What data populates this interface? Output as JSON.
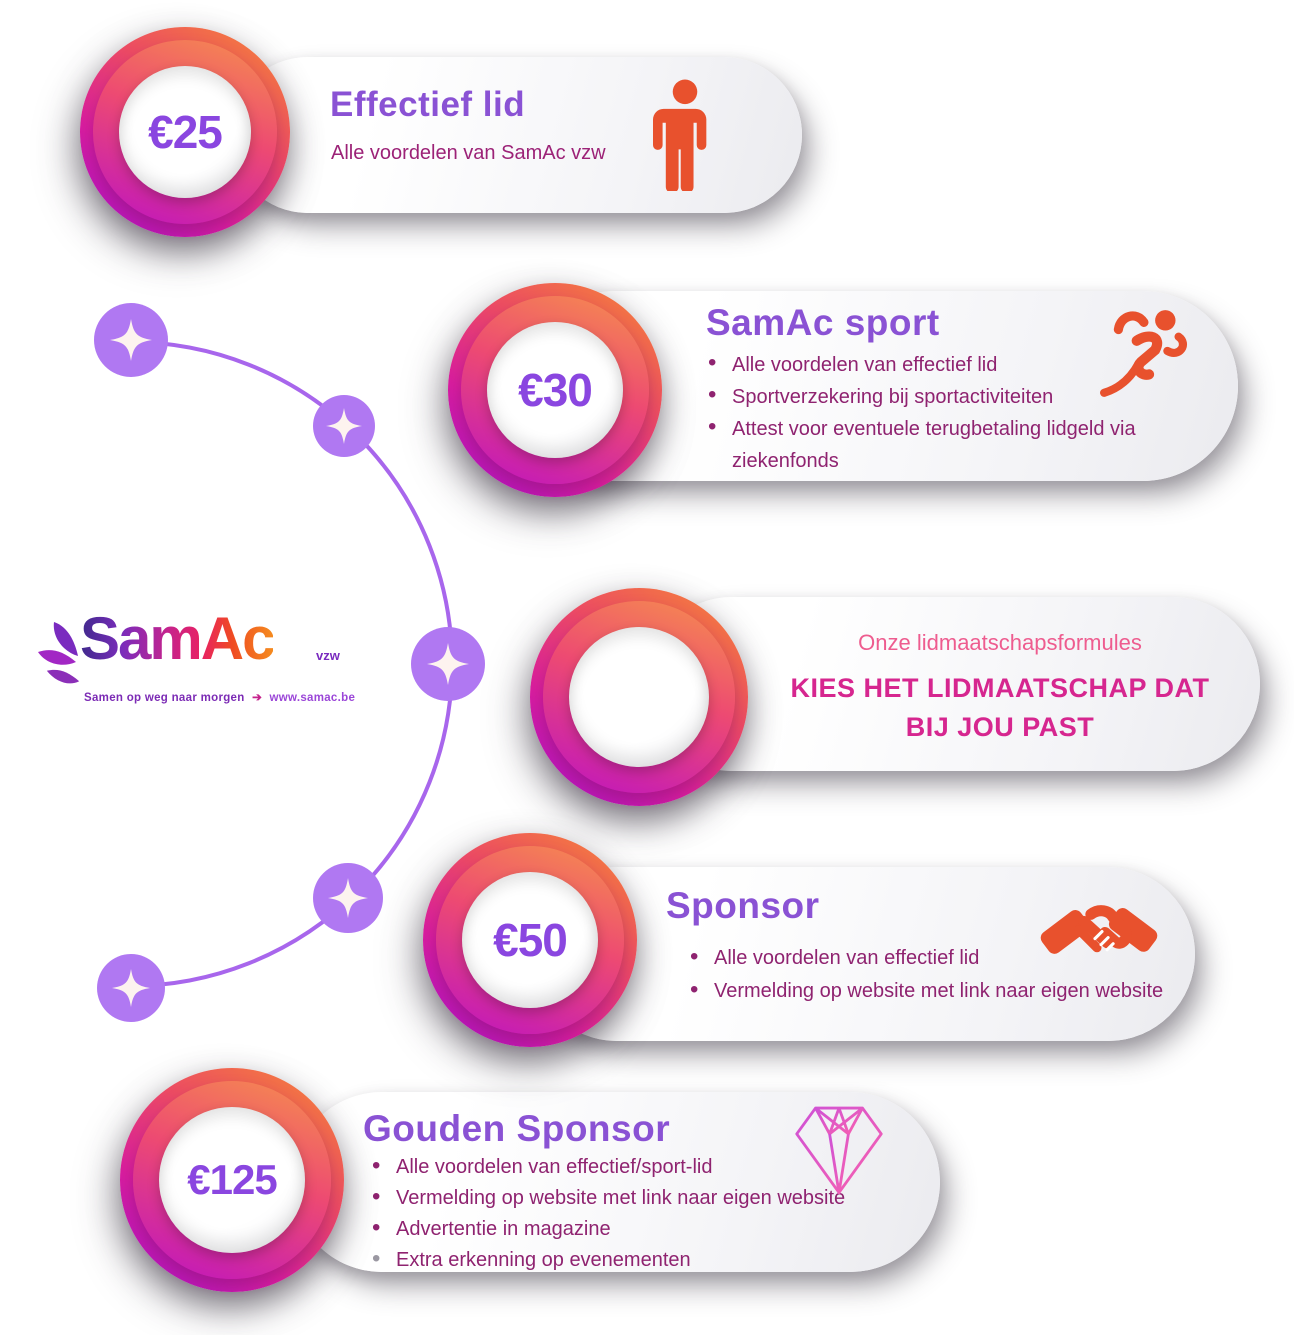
{
  "logo": {
    "wordmark": "SamAc",
    "suffix": "vzw",
    "tagline": "Samen op weg naar morgen",
    "arrow": "➔",
    "url": "www.samac.be"
  },
  "center_card": {
    "eyebrow": "Onze lidmaatschapsformules",
    "title_line1": "KIES HET LIDMAATSCHAP DAT",
    "title_line2": "BIJ JOU PAST"
  },
  "tiers": [
    {
      "id": "effectief-lid",
      "price": "€25",
      "title": "Effectief lid",
      "subtitle": "Alle voordelen van SamAc vzw",
      "icon": "person-icon",
      "benefits": []
    },
    {
      "id": "samac-sport",
      "price": "€30",
      "title": "SamAc sport",
      "icon": "runner-icon",
      "benefits": [
        "Alle voordelen van effectief lid",
        "Sportverzekering bij sportactiviteiten",
        "Attest voor eventuele terugbetaling lidgeld via ziekenfonds"
      ]
    },
    {
      "id": "sponsor",
      "price": "€50",
      "title": "Sponsor",
      "icon": "handshake-icon",
      "benefits": [
        "Alle voordelen van effectief lid",
        "Vermelding op website met link naar eigen website"
      ]
    },
    {
      "id": "gouden-sponsor",
      "price": "€125",
      "title": "Gouden Sponsor",
      "icon": "diamond-icon",
      "benefits": [
        "Alle voordelen van effectief/sport-lid",
        "Vermelding op website met link naar eigen website",
        "Advertentie in magazine",
        "Extra erkenning op evenementen"
      ]
    }
  ],
  "colors": {
    "badge_gradient_start": "#f5823a",
    "badge_gradient_mid": "#d81d9e",
    "badge_gradient_end": "#a512c9",
    "price_text": "#8a46e0",
    "title_purple": "#8a52d4",
    "benefit_magenta": "#8f2370",
    "center_pink": "#ee5c8f",
    "center_magenta": "#d6268f",
    "icon_orange": "#e8512d",
    "diamond_pink": "#ef5fb2",
    "path_purple": "#a866ec",
    "sparkle_purple": "#b078f2"
  }
}
